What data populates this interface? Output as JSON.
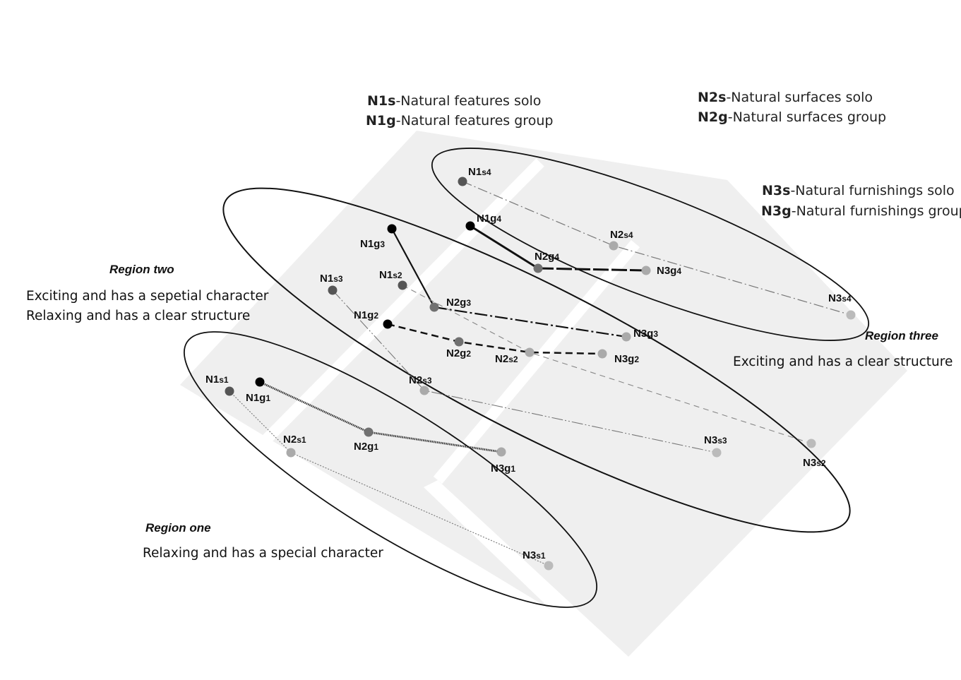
{
  "legend": [
    {
      "code": "N1s",
      "text": "-Natural features solo"
    },
    {
      "code": "N1g",
      "text": "-Natural features group"
    },
    {
      "code": "N2s",
      "text": "-Natural surfaces solo"
    },
    {
      "code": "N2g",
      "text": "-Natural surfaces group"
    },
    {
      "code": "N3s",
      "text": "-Natural furnishings solo"
    },
    {
      "code": "N3g",
      "text": "-Natural furnishings group"
    }
  ],
  "regions": {
    "one": {
      "title": "Region one",
      "lines": [
        "Relaxing and has a special character"
      ]
    },
    "two": {
      "title": "Region two",
      "lines": [
        "Exciting and has a sepetial character",
        "Relaxing and has a clear structure"
      ]
    },
    "three": {
      "title": "Region three",
      "lines": [
        "Exciting and has a clear structure"
      ]
    }
  },
  "nodes": {
    "N1s4": {
      "main": "N1",
      "sub": "s4"
    },
    "N1g4": {
      "main": "N1g",
      "sub": "4"
    },
    "N2s4": {
      "main": "N2",
      "sub": "s4"
    },
    "N2g4": {
      "main": "N2g",
      "sub": "4"
    },
    "N3g4": {
      "main": "N3g",
      "sub": "4"
    },
    "N3s4": {
      "main": "N3",
      "sub": "s4"
    },
    "N1g3": {
      "main": "N1g",
      "sub": "3"
    },
    "N1s3": {
      "main": "N1",
      "sub": "s3"
    },
    "N1s2": {
      "main": "N1",
      "sub": "s2"
    },
    "N2g3": {
      "main": "N2g",
      "sub": "3"
    },
    "N3g3": {
      "main": "N3g",
      "sub": "3"
    },
    "N1g2": {
      "main": "N1g",
      "sub": "2"
    },
    "N2g2": {
      "main": "N2g",
      "sub": "2"
    },
    "N2s2": {
      "main": "N2",
      "sub": "s2"
    },
    "N3g2": {
      "main": "N3g",
      "sub": "2"
    },
    "N2s3": {
      "main": "N2",
      "sub": "s3"
    },
    "N3s3": {
      "main": "N3",
      "sub": "s3"
    },
    "N3s2": {
      "main": "N3",
      "sub": "s2"
    },
    "N1s1": {
      "main": "N1",
      "sub": "s1"
    },
    "N1g1": {
      "main": "N1g",
      "sub": "1"
    },
    "N2s1": {
      "main": "N2",
      "sub": "s1"
    },
    "N2g1": {
      "main": "N2g",
      "sub": "1"
    },
    "N3g1": {
      "main": "N3g",
      "sub": "1"
    },
    "N3s1": {
      "main": "N3",
      "sub": "s1"
    }
  },
  "colors": {
    "n1": "#000000",
    "n1s": "#555555",
    "n2g": "#707070",
    "n3": "#aaaaaa",
    "band": "#efefef"
  }
}
